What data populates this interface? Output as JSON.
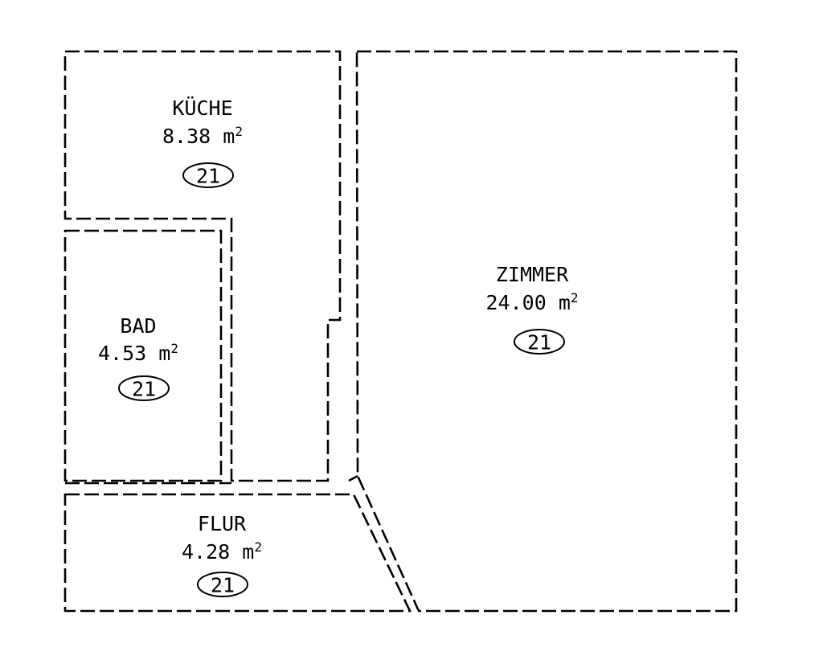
{
  "rooms": [
    {
      "id": "kueche",
      "name": "KÜCHE",
      "area": "8.38",
      "unit": "m",
      "unit_exp": "2",
      "code": "21"
    },
    {
      "id": "bad",
      "name": "BAD",
      "area": "4.53",
      "unit": "m",
      "unit_exp": "2",
      "code": "21"
    },
    {
      "id": "zimmer",
      "name": "ZIMMER",
      "area": "24.00",
      "unit": "m",
      "unit_exp": "2",
      "code": "21"
    },
    {
      "id": "flur",
      "name": "FLUR",
      "area": "4.28",
      "unit": "m",
      "unit_exp": "2",
      "code": "21"
    }
  ],
  "colors": {
    "line": "#000000",
    "background": "#ffffff"
  }
}
